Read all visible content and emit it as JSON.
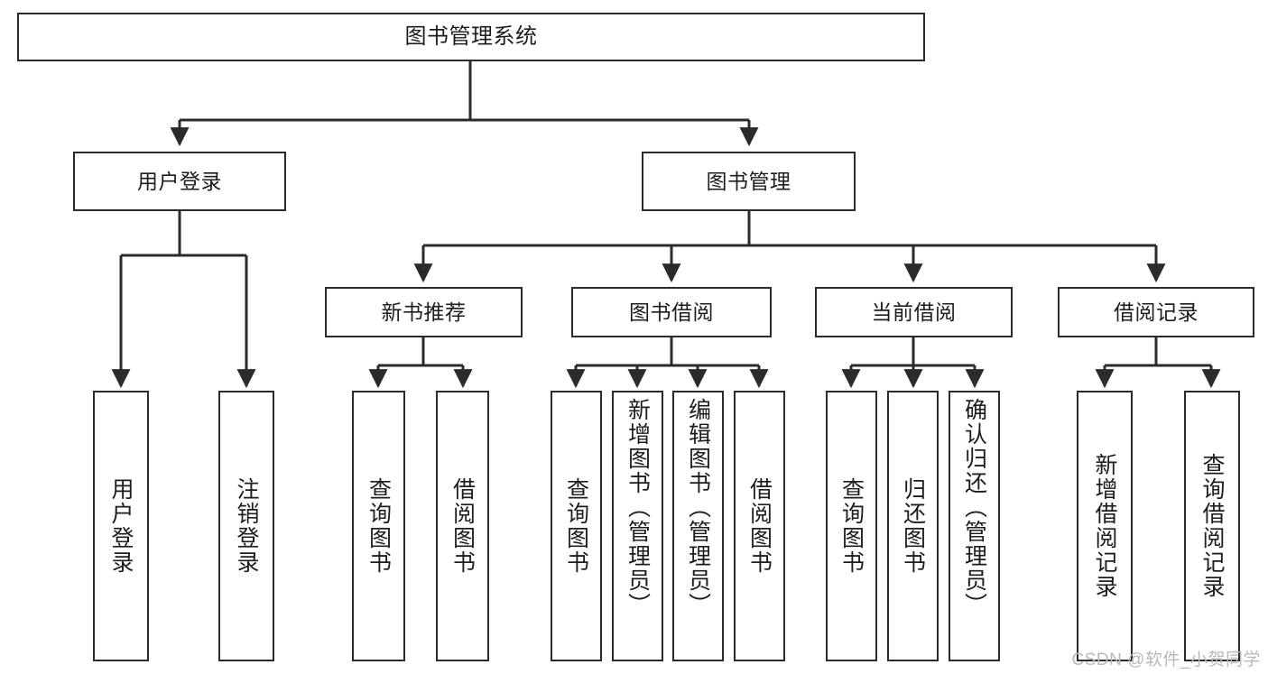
{
  "diagram": {
    "type": "tree",
    "title": "图书管理系统",
    "watermark": "CSDN @软件_小贺同学",
    "colors": {
      "box_border": "#2b2b2b",
      "box_fill": "#ffffff",
      "edge": "#2b2b2b",
      "text": "#1d1d1d",
      "watermark": "#b9b9b9"
    },
    "nodes": {
      "root": {
        "label": "图书管理系统"
      },
      "level2": [
        {
          "id": "user_login",
          "label": "用户登录"
        },
        {
          "id": "book_manage",
          "label": "图书管理"
        }
      ],
      "level3": [
        {
          "id": "new_book_rec",
          "label": "新书推荐"
        },
        {
          "id": "book_borrow",
          "label": "图书借阅"
        },
        {
          "id": "current_borrow",
          "label": "当前借阅"
        },
        {
          "id": "borrow_record",
          "label": "借阅记录"
        }
      ],
      "leaves": {
        "user_login": [
          {
            "id": "leaf_user_login",
            "label": "用户登录"
          },
          {
            "id": "leaf_logout",
            "label": "注销登录"
          }
        ],
        "new_book_rec": [
          {
            "id": "leaf_query_book_1",
            "label": "查询图书"
          },
          {
            "id": "leaf_borrow_book_1",
            "label": "借阅图书"
          }
        ],
        "book_borrow": [
          {
            "id": "leaf_query_book_2",
            "label": "查询图书"
          },
          {
            "id": "leaf_add_book",
            "label": "新增图书（管理员）"
          },
          {
            "id": "leaf_edit_book",
            "label": "编辑图书（管理员）"
          },
          {
            "id": "leaf_borrow_book_2",
            "label": "借阅图书"
          }
        ],
        "current_borrow": [
          {
            "id": "leaf_query_book_3",
            "label": "查询图书"
          },
          {
            "id": "leaf_return_book",
            "label": "归还图书"
          },
          {
            "id": "leaf_confirm_return",
            "label": "确认归还（管理员）"
          }
        ],
        "borrow_record": [
          {
            "id": "leaf_add_record",
            "label": "新增借阅记录"
          },
          {
            "id": "leaf_query_record",
            "label": "查询借阅记录"
          }
        ]
      }
    },
    "edges": [
      {
        "from": "root",
        "to": "user_login"
      },
      {
        "from": "root",
        "to": "book_manage"
      },
      {
        "from": "user_login",
        "to": "leaf_user_login"
      },
      {
        "from": "user_login",
        "to": "leaf_logout"
      },
      {
        "from": "book_manage",
        "to": "new_book_rec"
      },
      {
        "from": "book_manage",
        "to": "book_borrow"
      },
      {
        "from": "book_manage",
        "to": "current_borrow"
      },
      {
        "from": "book_manage",
        "to": "borrow_record"
      },
      {
        "from": "new_book_rec",
        "to": "leaf_query_book_1"
      },
      {
        "from": "new_book_rec",
        "to": "leaf_borrow_book_1"
      },
      {
        "from": "book_borrow",
        "to": "leaf_query_book_2"
      },
      {
        "from": "book_borrow",
        "to": "leaf_add_book"
      },
      {
        "from": "book_borrow",
        "to": "leaf_edit_book"
      },
      {
        "from": "book_borrow",
        "to": "leaf_borrow_book_2"
      },
      {
        "from": "current_borrow",
        "to": "leaf_query_book_3"
      },
      {
        "from": "current_borrow",
        "to": "leaf_return_book"
      },
      {
        "from": "current_borrow",
        "to": "leaf_confirm_return"
      },
      {
        "from": "borrow_record",
        "to": "leaf_add_record"
      },
      {
        "from": "borrow_record",
        "to": "leaf_query_record"
      }
    ]
  }
}
